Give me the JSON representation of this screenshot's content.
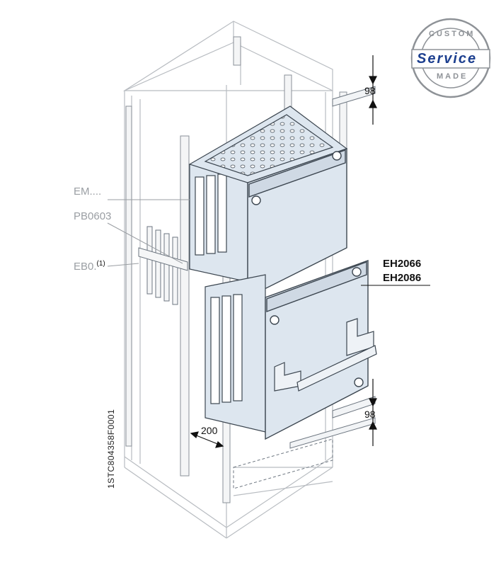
{
  "labels": {
    "em": "EM....",
    "pb": "PB0603",
    "eb": "EB0.",
    "eb_note": "(1)",
    "eh1": "EH2066",
    "eh2": "EH2086"
  },
  "dimensions": {
    "top": "98",
    "bottom": "98",
    "depth": "200"
  },
  "drawing_code": "1STC804358F0001",
  "badge": {
    "top_text": "CUSTOM",
    "main_text": "Service",
    "bottom_text": "MADE"
  },
  "colors": {
    "panel_fill": "#dde6ef",
    "panel_stroke": "#3c4650",
    "cabinet_stroke": "#b8bcc1",
    "label_grey": "#9a9ea3",
    "badge_blue": "#1c3f8f"
  }
}
